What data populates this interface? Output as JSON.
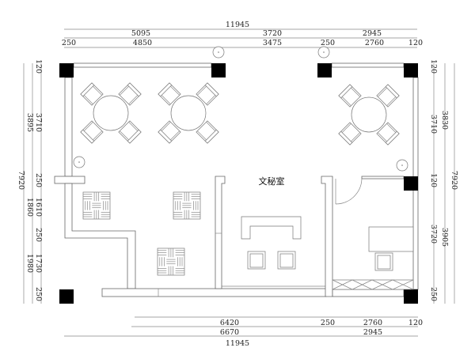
{
  "room_label": "文秘室",
  "dimensions": {
    "top": {
      "total": "11945",
      "row2": [
        "5095",
        "3720",
        "2945"
      ],
      "row3": [
        "250",
        "4850",
        "3475",
        "250",
        "2760",
        "120"
      ]
    },
    "left": {
      "total": "7920",
      "row2": [
        "3895",
        "1860",
        "1980"
      ],
      "row3": [
        "120",
        "3710",
        "250",
        "1610",
        "250",
        "1730",
        "250"
      ]
    },
    "right": {
      "total": "7920",
      "row2": [
        "3830",
        "3905"
      ],
      "row3": [
        "120",
        "3710",
        "120",
        "3720",
        "250"
      ]
    },
    "bottom": {
      "row1": [
        "6420",
        "250",
        "2760",
        "120"
      ],
      "row2": [
        "6670",
        "2945"
      ],
      "total": "11945"
    }
  }
}
